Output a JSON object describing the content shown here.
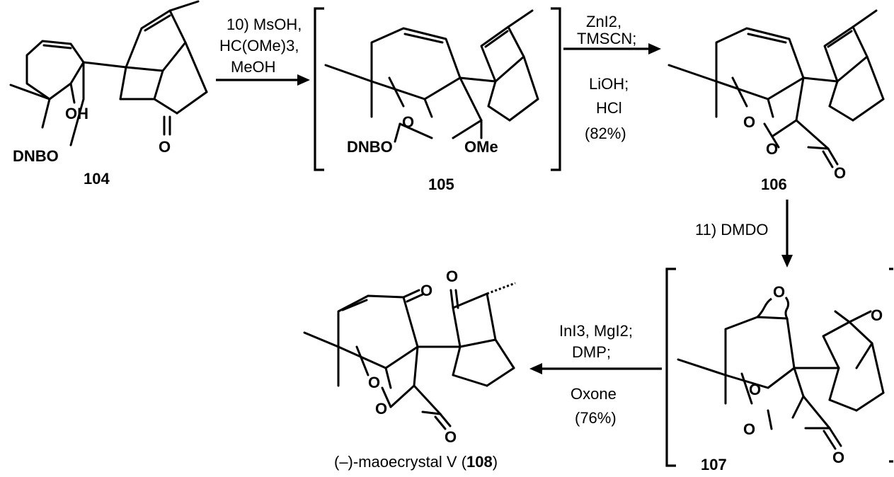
{
  "steps": {
    "step10": [
      "10) MsOH,",
      "HC(OMe)3,",
      "MeOH"
    ],
    "step_lactone": [
      "ZnI2,",
      "TMSCN;",
      "LiOH;",
      "HCl",
      "(82%)"
    ],
    "step11": "11) DMDO",
    "step_final": [
      "InI3, MgI2;",
      "DMP;",
      "Oxone",
      "(76%)"
    ]
  },
  "compounds": {
    "c104": "104",
    "c105": "105",
    "c106": "106",
    "c107": "107",
    "c108_prefix": "(–)-maoecrystal V (",
    "c108_number": "108",
    "c108_suffix": ")"
  },
  "atom_labels": {
    "oh": "OH",
    "dnbo": "DNBO",
    "o": "O",
    "ome": "OMe"
  }
}
